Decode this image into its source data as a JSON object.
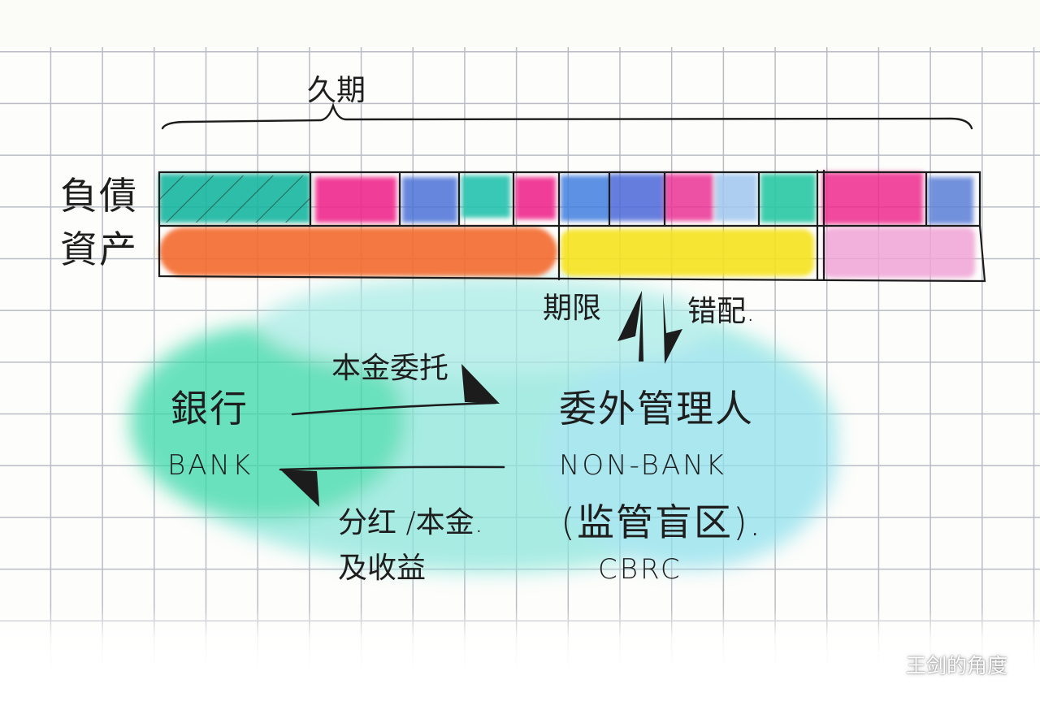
{
  "top_brace_label": "久期",
  "rows": {
    "liabilities": "負債",
    "assets": "資产"
  },
  "middle_label_left": "期限",
  "middle_label_right": "错配.",
  "left_entity": {
    "cn": "銀行",
    "en": "BANK"
  },
  "right_entity": {
    "cn": "委外管理人",
    "en": "NON-BANK",
    "note": "(监管盲区).",
    "regulator": "CBRC"
  },
  "arrow_top_label": "本金委托",
  "arrow_bottom_label_1": "分红 /本金.",
  "arrow_bottom_label_2": "及收益",
  "watermark": "王剑的角度",
  "colors": {
    "teal": "#19b6a0",
    "magenta": "#ee2a8c",
    "blue": "#4a72d6",
    "orange": "#f36a2c",
    "yellow": "#f6e21c",
    "pink": "#f0a3d6",
    "mint_wash": "#7fe3d6"
  },
  "icons": [
    "wechat-logo-icon"
  ]
}
